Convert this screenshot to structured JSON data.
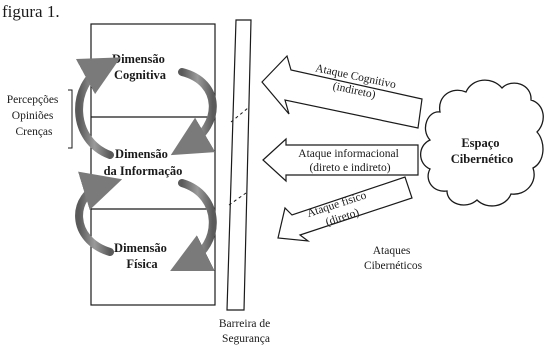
{
  "caption_fragment": "figura 1.",
  "dimensions": [
    {
      "line1": "Dimensão",
      "line2": "Cognitiva"
    },
    {
      "line1": "Dimensão",
      "line2": "da Informação"
    },
    {
      "line1": "Dimensão",
      "line2": "Física"
    }
  ],
  "cognitive_factors": [
    "Percepções",
    "Opiniões",
    "Crenças"
  ],
  "barrier": {
    "line1": "Barreira de",
    "line2": "Segurança"
  },
  "attacks": [
    {
      "line1": "Ataque Cognitivo",
      "line2": "(indireto)"
    },
    {
      "line1": "Ataque informacional",
      "line2": "(direto e indireto)"
    },
    {
      "line1": "Ataque físico",
      "line2": "(direto)"
    }
  ],
  "attacks_group": {
    "line1": "Ataques",
    "line2": "Cibernéticos"
  },
  "cyberspace": {
    "line1": "Espaço",
    "line2": "Cibernético"
  },
  "colors": {
    "stroke": "#1a1a1a",
    "cycle_arrow": "#7a7a7a",
    "background": "#ffffff"
  }
}
